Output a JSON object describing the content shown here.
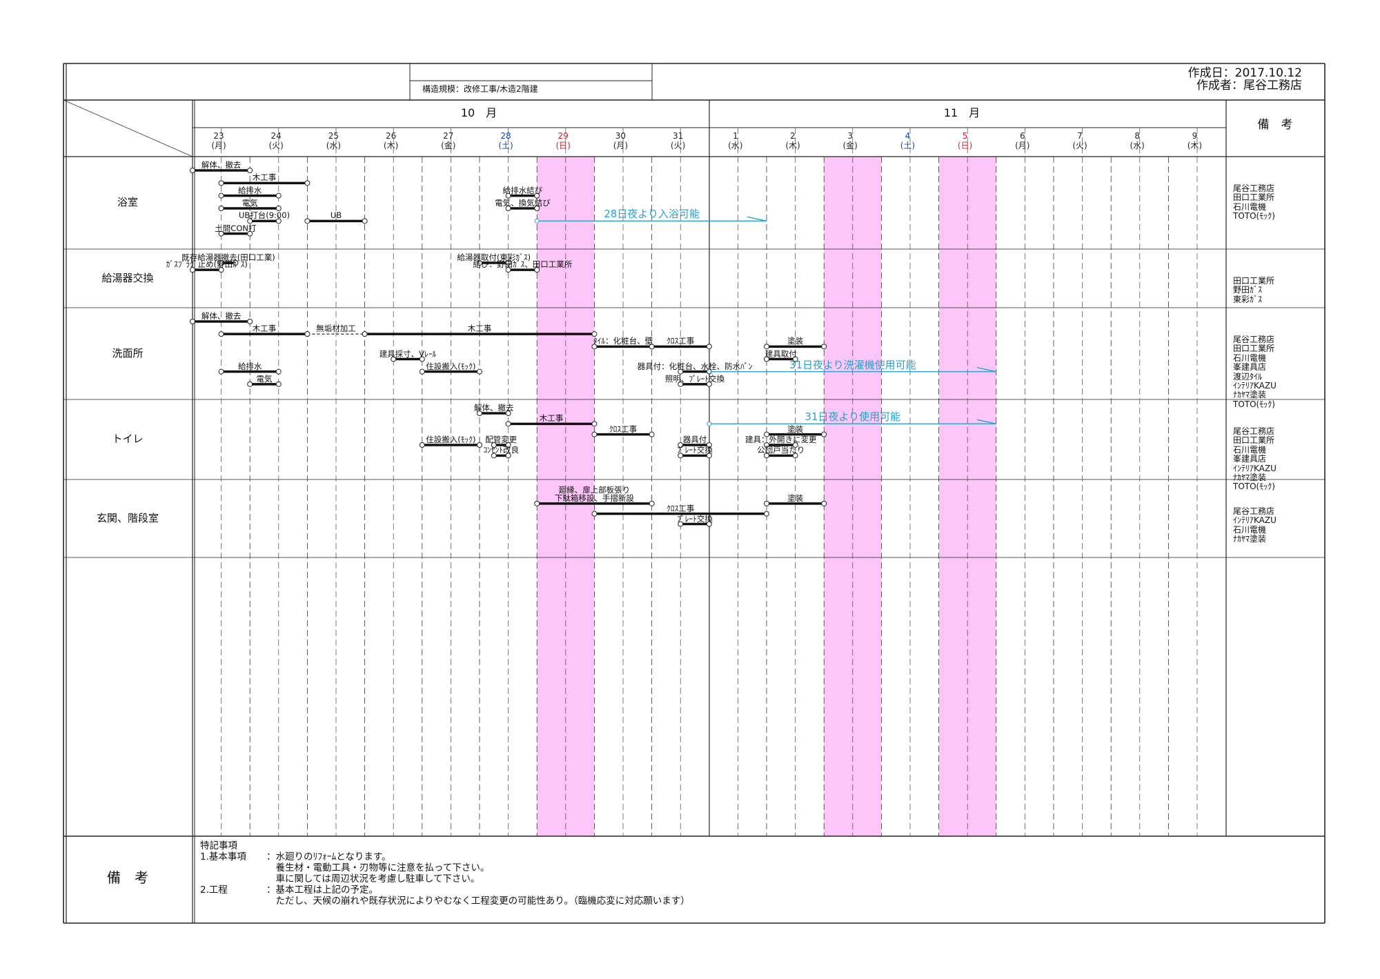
{
  "header": {
    "structure": "構造規模：改修工事/木造2階建",
    "created_date": "作成日：2017.10.12",
    "created_by": "作成者：尾谷工務店",
    "remarks_title": "備　考"
  },
  "months": [
    {
      "label": "10　月"
    },
    {
      "label": "11　月"
    }
  ],
  "days": [
    {
      "num": "23",
      "wd": "(月)",
      "color": "#222"
    },
    {
      "num": "24",
      "wd": "(火)",
      "color": "#222"
    },
    {
      "num": "25",
      "wd": "(水)",
      "color": "#222"
    },
    {
      "num": "26",
      "wd": "(木)",
      "color": "#222"
    },
    {
      "num": "27",
      "wd": "(金)",
      "color": "#222"
    },
    {
      "num": "28",
      "wd": "(土)",
      "color": "#1a3fb0"
    },
    {
      "num": "29",
      "wd": "(日)",
      "color": "#d0202a"
    },
    {
      "num": "30",
      "wd": "(月)",
      "color": "#222"
    },
    {
      "num": "31",
      "wd": "(火)",
      "color": "#222"
    },
    {
      "num": "1",
      "wd": "(水)",
      "color": "#222"
    },
    {
      "num": "2",
      "wd": "(木)",
      "color": "#222"
    },
    {
      "num": "3",
      "wd": "(金)",
      "color": "#222"
    },
    {
      "num": "4",
      "wd": "(土)",
      "color": "#1a3fb0"
    },
    {
      "num": "5",
      "wd": "(日)",
      "color": "#d0202a"
    },
    {
      "num": "6",
      "wd": "(月)",
      "color": "#222"
    },
    {
      "num": "7",
      "wd": "(火)",
      "color": "#222"
    },
    {
      "num": "8",
      "wd": "(水)",
      "color": "#222"
    },
    {
      "num": "9",
      "wd": "(木)",
      "color": "#222"
    }
  ],
  "colors": {
    "holiday_band": "#fcc6f8",
    "arrow": "#2a9fd0",
    "line": "#222222"
  },
  "rows": [
    {
      "name": "浴室",
      "contractors": [
        "尾谷工務店",
        "田口工業所",
        "石川電機",
        "TOTO(ﾓｯｸ)"
      ],
      "tasks": [
        {
          "label": "解体、撤去",
          "start": 0,
          "end": 1,
          "lane": 0
        },
        {
          "label": "木工事",
          "start": 0.5,
          "end": 2,
          "lane": 1
        },
        {
          "label": "給排水",
          "start": 0.5,
          "end": 1.5,
          "lane": 2
        },
        {
          "label": "電気",
          "start": 0.5,
          "end": 1.5,
          "lane": 3
        },
        {
          "label": "UB打台(9:00)",
          "start": 1,
          "end": 1.5,
          "lane": 4
        },
        {
          "label": "UB",
          "start": 2,
          "end": 3,
          "lane": 4
        },
        {
          "label": "土間CON打",
          "start": 0.5,
          "end": 1,
          "lane": 5
        },
        {
          "label": "給排水結び",
          "start": 5.5,
          "end": 6,
          "lane": 2
        },
        {
          "label": "電気、換気結び",
          "start": 5.5,
          "end": 6,
          "lane": 3
        }
      ],
      "arrows": [
        {
          "label": "28日夜より入浴可能",
          "start": 6,
          "end": 10,
          "lane": 4
        }
      ]
    },
    {
      "name": "給湯器交換",
      "contractors": [
        "田口工業所",
        "野田ｶﾞｽ",
        "東彩ｶﾞｽ"
      ],
      "tasks": [
        {
          "label": "既存給湯器撤去(田口工業)",
          "start": 0.5,
          "end": 0.75,
          "lane": 0
        },
        {
          "label": "ｶﾞｽﾌﾞﾗｸﾞ止め(野田ｶﾞｽ)",
          "start": 0,
          "end": 0.5,
          "lane": 1
        },
        {
          "label": "給湯器取付(東彩ｶﾞｽ)",
          "start": 5,
          "end": 5.5,
          "lane": 0
        },
        {
          "label": "結び：野田ｶﾞｽ、田口工業所",
          "start": 5.5,
          "end": 6,
          "lane": 1
        }
      ],
      "arrows": []
    },
    {
      "name": "洗面所",
      "contractors": [
        "尾谷工務店",
        "田口工業所",
        "石川電機",
        "峯建具店",
        "渡辺ﾀｲﾙ",
        "ｲﾝﾃﾘｱKAZU",
        "ﾅｶﾔﾏ塗装",
        "TOTO(ﾓｯｸ)"
      ],
      "tasks": [
        {
          "label": "解体、撤去",
          "start": 0,
          "end": 1,
          "lane": 0
        },
        {
          "label": "木工事",
          "start": 0.5,
          "end": 2,
          "lane": 1
        },
        {
          "label": "無垢材加工",
          "start": 2,
          "end": 3,
          "lane": 1,
          "dashed": true
        },
        {
          "label": "木工事",
          "start": 3,
          "end": 7,
          "lane": 1
        },
        {
          "label": "ﾀｲﾙ：化粧台、壁",
          "start": 7,
          "end": 8,
          "lane": 2
        },
        {
          "label": "ｸﾛｽ工事",
          "start": 8,
          "end": 9,
          "lane": 2
        },
        {
          "label": "塗装",
          "start": 10,
          "end": 11,
          "lane": 2
        },
        {
          "label": "建具採寸、Vﾚｰﾙ",
          "start": 3.5,
          "end": 4,
          "lane": 3
        },
        {
          "label": "建具取付",
          "start": 10,
          "end": 10.5,
          "lane": 3
        },
        {
          "label": "住設搬入(ﾓｯｸ)",
          "start": 4,
          "end": 5,
          "lane": 4
        },
        {
          "label": "器具付：化粧台、水栓、防水ﾊﾟﾝ",
          "start": 8.5,
          "end": 9,
          "lane": 4
        },
        {
          "label": "給排水",
          "start": 0.5,
          "end": 1.5,
          "lane": 4
        },
        {
          "label": "電気",
          "start": 1,
          "end": 1.5,
          "lane": 5
        },
        {
          "label": "照明、ﾌﾟﾚｰﾄ交換",
          "start": 8.5,
          "end": 9,
          "lane": 5
        }
      ],
      "arrows": [
        {
          "label": "31日夜より洗濯機使用可能",
          "start": 9,
          "end": 14,
          "lane": 4
        }
      ]
    },
    {
      "name": "トイレ",
      "contractors": [
        "尾谷工務店",
        "田口工業所",
        "石川電機",
        "峯建具店",
        "ｲﾝﾃﾘｱKAZU",
        "ﾅｶﾔﾏ塗装",
        "TOTO(ﾓｯｸ)"
      ],
      "tasks": [
        {
          "label": "解体、撤去",
          "start": 5,
          "end": 5.5,
          "lane": 0
        },
        {
          "label": "木工事",
          "start": 5.5,
          "end": 7,
          "lane": 1
        },
        {
          "label": "ｸﾛｽ工事",
          "start": 7,
          "end": 8,
          "lane": 2
        },
        {
          "label": "塗装",
          "start": 10,
          "end": 11,
          "lane": 2
        },
        {
          "label": "住設搬入(ﾓｯｸ)",
          "start": 4,
          "end": 5,
          "lane": 3
        },
        {
          "label": "配管変更",
          "start": 5.25,
          "end": 5.5,
          "lane": 3
        },
        {
          "label": "器具付",
          "start": 8.5,
          "end": 9,
          "lane": 3
        },
        {
          "label": "建具：外開きに変更",
          "start": 10,
          "end": 10.5,
          "lane": 3
        },
        {
          "label": "ｺﾝｾﾝﾄ改良",
          "start": 5.25,
          "end": 5.5,
          "lane": 4
        },
        {
          "label": "ﾌﾟﾚｰﾄ交換",
          "start": 8.5,
          "end": 9,
          "lane": 4
        },
        {
          "label": "公団戸当たり",
          "start": 10,
          "end": 10.5,
          "lane": 4
        }
      ],
      "arrows": [
        {
          "label": "31日夜より使用可能",
          "start": 9,
          "end": 14,
          "lane": 1
        }
      ]
    },
    {
      "name": "玄関、階段室",
      "contractors": [
        "尾谷工務店",
        "ｲﾝﾃﾘｱKAZU",
        "石川電機",
        "ﾅｶﾔﾏ塗装"
      ],
      "tasks": [
        {
          "label": "廻縁、扉上部板張り\n下駄箱移設、手摺新設",
          "start": 6,
          "end": 8,
          "lane": 1
        },
        {
          "label": "塗装",
          "start": 10,
          "end": 11,
          "lane": 1
        },
        {
          "label": "ｸﾛｽ工事",
          "start": 7,
          "end": 10,
          "lane": 2
        },
        {
          "label": "ﾌﾟﾚｰﾄ交換",
          "start": 8.5,
          "end": 9,
          "lane": 3
        }
      ],
      "arrows": []
    }
  ],
  "notes": {
    "title": "備　考",
    "heading": "特記事項",
    "items": [
      {
        "label": "1.基本事項",
        "lines": [
          "：水廻りのﾘﾌｫｰﾑとなります。",
          "　養生材・電動工具・刃物等に注意を払って下さい。",
          "　車に関しては周辺状況を考慮し駐車して下さい。"
        ]
      },
      {
        "label": "2.工程",
        "lines": [
          "：基本工程は上記の予定。",
          "　ただし、天候の崩れや既存状況によりやむなく工程変更の可能性あり。（臨機応変に対応願います）"
        ]
      }
    ]
  }
}
